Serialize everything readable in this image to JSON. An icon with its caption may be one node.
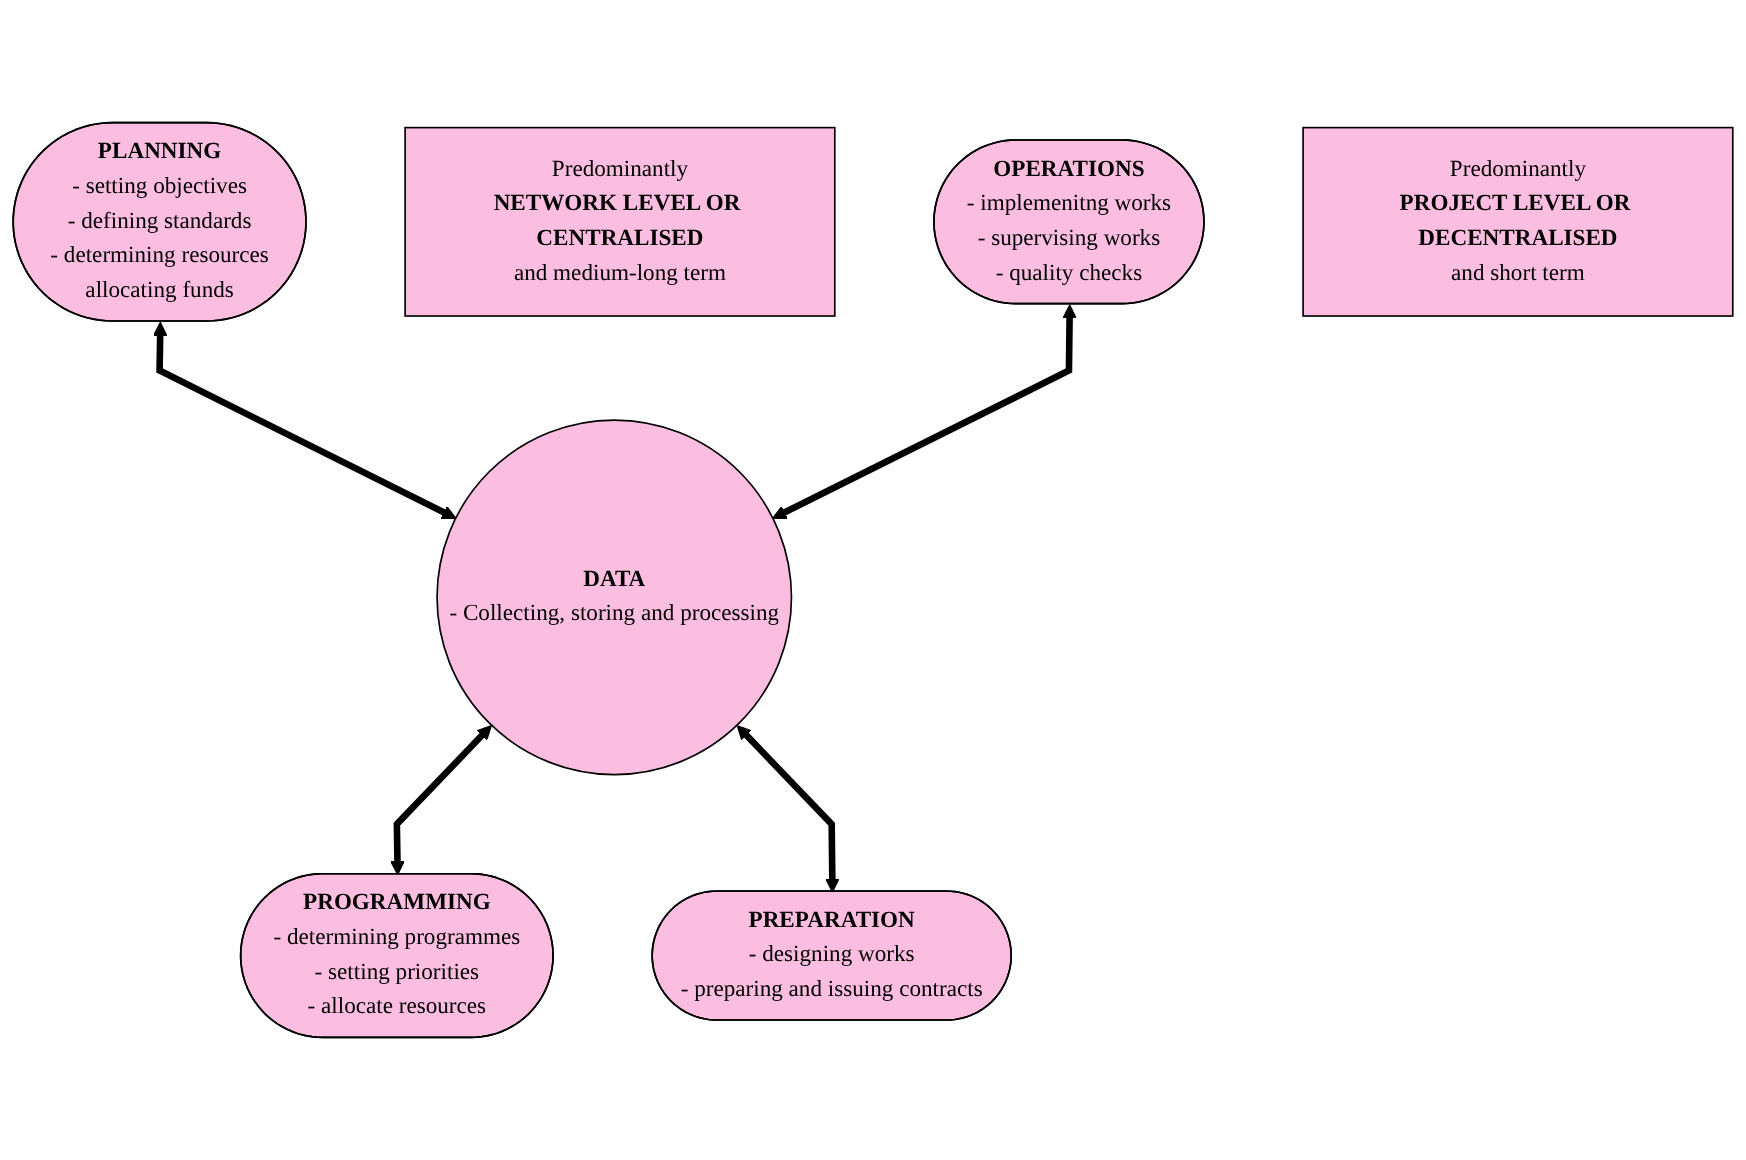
{
  "diagram": {
    "nodes": [
      {
        "text": [
          "PLANNING",
          "- setting objectives",
          "- defining standards",
          "- determining resources",
          "allocating funds"
        ]
      },
      {
        "text": [
          "Predominantly",
          "NETWORK LEVEL OR CENTRALISED",
          "and medium-long term"
        ]
      },
      {
        "text": [
          "OPERATIONS",
          "- implemenitng works",
          "- supervising works",
          "- quality checks"
        ]
      },
      {
        "text": [
          "DATA",
          "- Collecting, storing and processing"
        ]
      },
      {
        "text": [
          "PROGRAMMING",
          "- determining programmes",
          "- setting priorities",
          "- allocate resources"
        ]
      },
      {
        "text": [
          "Predominantly",
          "PROJECT LEVEL OR DECENTRALISED",
          "and short term"
        ]
      },
      {
        "text": [
          "PREPARATION",
          "- designing works",
          "- preparing and issuing contracts"
        ]
      }
    ],
    "edges": [
      {
        "from": 0,
        "to": 3,
        "arrow": "both"
      },
      {
        "from": 2,
        "to": 3,
        "arrow": "both"
      },
      {
        "from": 3,
        "to": 4,
        "arrow": "both"
      },
      {
        "from": 3,
        "to": 6,
        "arrow": "both"
      }
    ]
  }
}
